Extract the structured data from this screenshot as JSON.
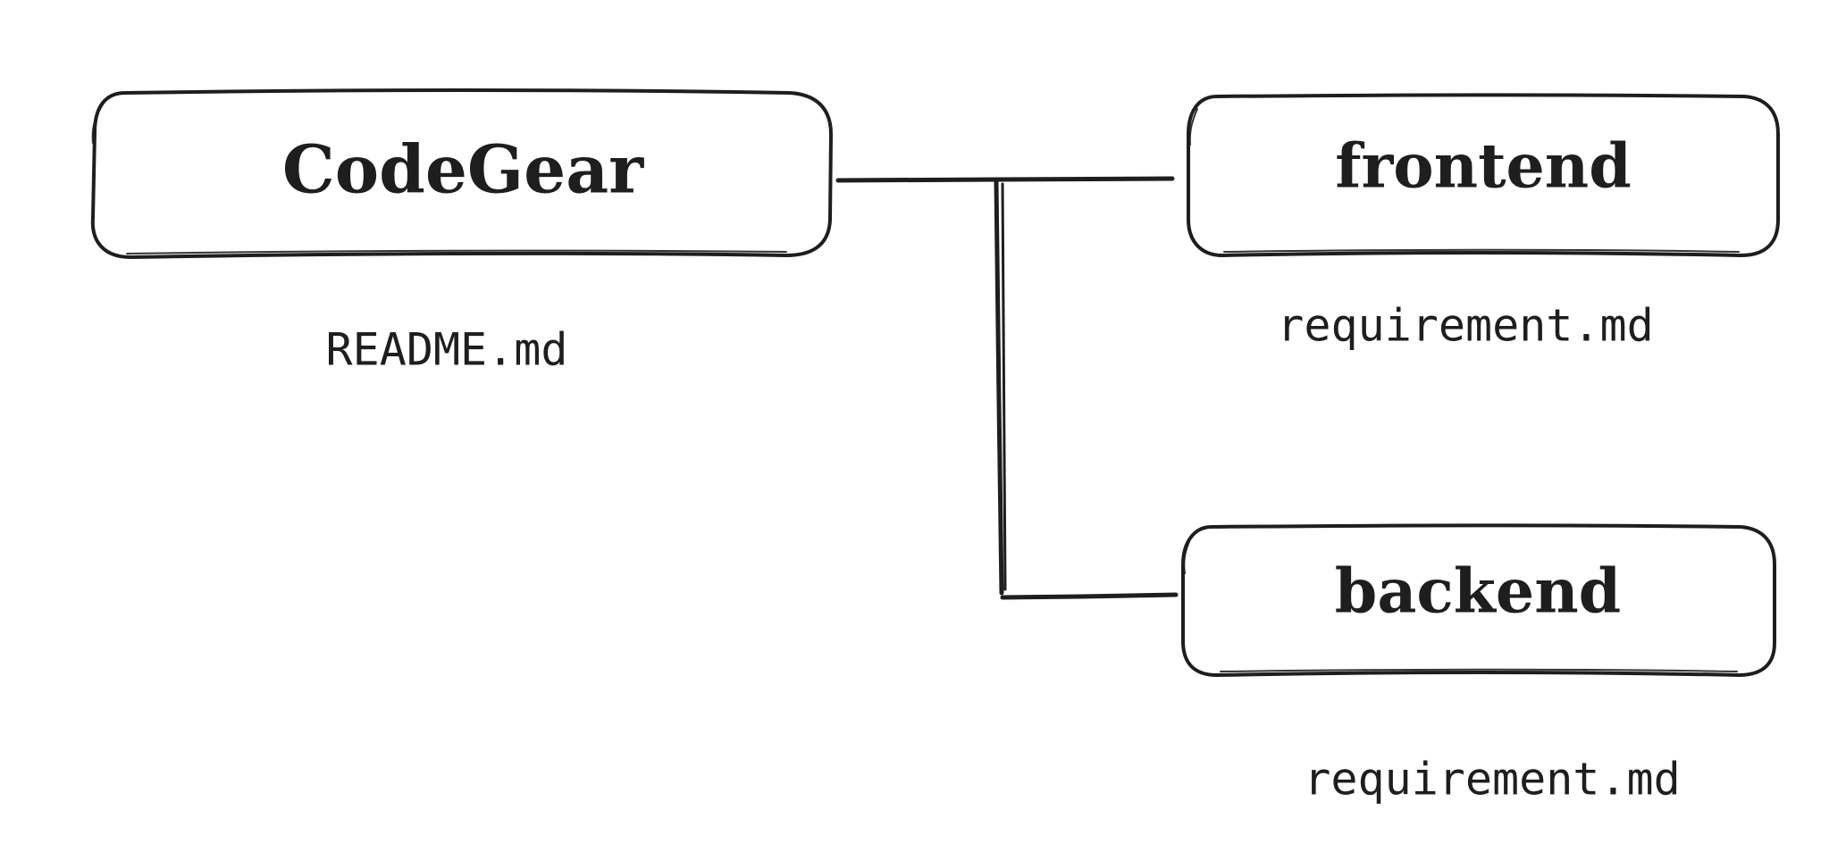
{
  "diagram": {
    "nodes": {
      "root": {
        "label": "CodeGear",
        "file": "README.md"
      },
      "frontend": {
        "label": "frontend",
        "file": "requirement.md"
      },
      "backend": {
        "label": "backend",
        "file": "requirement.md"
      }
    },
    "edges": [
      {
        "from": "root",
        "to": "frontend"
      },
      {
        "from": "root",
        "to": "backend"
      }
    ],
    "colors": {
      "stroke": "#1e1e1e",
      "background": "#ffffff"
    }
  }
}
